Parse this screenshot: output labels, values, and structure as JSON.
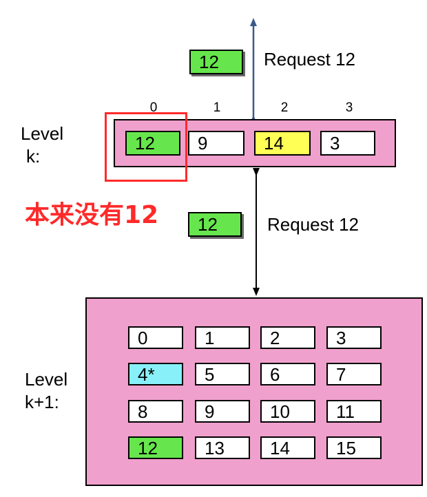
{
  "request_top": {
    "block": "12",
    "label": "Request 12"
  },
  "request_mid": {
    "block": "12",
    "label": "Request 12"
  },
  "level_k": {
    "label_line1": "Level",
    "label_line2": "k:",
    "indices": [
      "0",
      "1",
      "2",
      "3"
    ],
    "cells": [
      "12",
      "9",
      "14",
      "3"
    ]
  },
  "note": "本来没有12",
  "level_k1": {
    "label_line1": "Level",
    "label_line2": "k+1:",
    "cells": [
      "0",
      "1",
      "2",
      "3",
      "4*",
      "5",
      "6",
      "7",
      "8",
      "9",
      "10",
      "11",
      "12",
      "13",
      "14",
      "15"
    ]
  },
  "colors": {
    "green": "#66e64c",
    "yellow": "#ffff55",
    "cyan": "#88f0f8",
    "pink": "#f0a0cc",
    "arrow_blue": "#3a5a8c",
    "highlight_red": "#ff2a2a"
  }
}
